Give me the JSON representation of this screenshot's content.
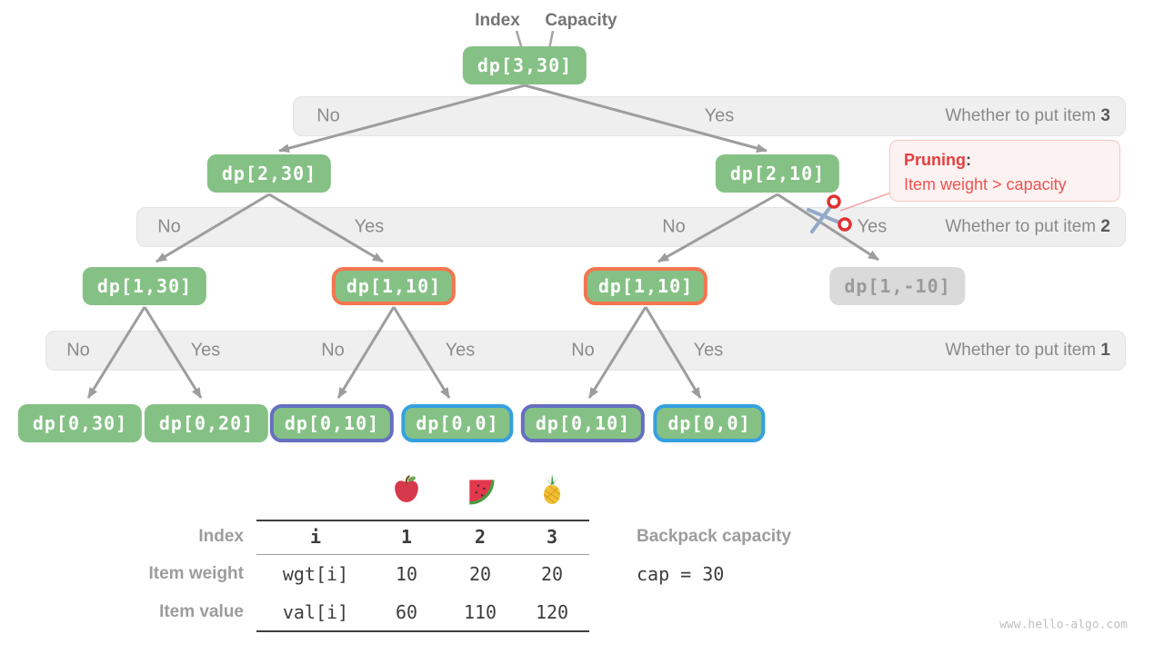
{
  "header": {
    "index_label": "Index",
    "capacity_label": "Capacity"
  },
  "tree": {
    "nodes": [
      {
        "label": "dp[3,30]",
        "style": "green"
      },
      {
        "label": "dp[2,30]",
        "style": "green"
      },
      {
        "label": "dp[2,10]",
        "style": "green"
      },
      {
        "label": "dp[1,30]",
        "style": "green"
      },
      {
        "label": "dp[1,10]",
        "style": "orange-outline"
      },
      {
        "label": "dp[1,10]",
        "style": "orange-outline"
      },
      {
        "label": "dp[1,-10]",
        "style": "gray-pruned"
      },
      {
        "label": "dp[0,30]",
        "style": "green"
      },
      {
        "label": "dp[0,20]",
        "style": "green"
      },
      {
        "label": "dp[0,10]",
        "style": "purple-outline"
      },
      {
        "label": "dp[0,0]",
        "style": "blue-outline"
      },
      {
        "label": "dp[0,10]",
        "style": "purple-outline"
      },
      {
        "label": "dp[0,0]",
        "style": "blue-outline"
      }
    ]
  },
  "decision_bars": [
    {
      "branch_labels": [
        "No",
        "Yes"
      ],
      "question": "Whether to put item ",
      "item_number": "3"
    },
    {
      "branch_labels": [
        "No",
        "Yes",
        "No",
        "Yes"
      ],
      "question": "Whether to put item ",
      "item_number": "2"
    },
    {
      "branch_labels": [
        "No",
        "Yes",
        "No",
        "Yes",
        "No",
        "Yes"
      ],
      "question": "Whether to put item ",
      "item_number": "1"
    }
  ],
  "pruning": {
    "title": "Pruning",
    "colon": ":",
    "description": "Item weight > capacity"
  },
  "items_table": {
    "row_labels": [
      "Index",
      "Item weight",
      "Item value"
    ],
    "fruits": [
      "apple",
      "watermelon",
      "pineapple"
    ],
    "header_row": [
      "i",
      "1",
      "2",
      "3"
    ],
    "weight_row": [
      "wgt[i]",
      "10",
      "20",
      "20"
    ],
    "value_row": [
      "val[i]",
      "60",
      "110",
      "120"
    ]
  },
  "capacity_info": {
    "label": "Backpack capacity",
    "value": "cap = 30"
  },
  "page": {
    "watermark": "www.hello-algo.com"
  },
  "colors": {
    "node_green": "#85c185",
    "outline_orange": "#f4764f",
    "outline_purple": "#666fc0",
    "outline_blue": "#35a0e0",
    "pruned_gray": "#dadada",
    "edge_gray": "#9d9d9d",
    "bar_gray": "#efefef",
    "pruning_red": "#ef5350"
  }
}
